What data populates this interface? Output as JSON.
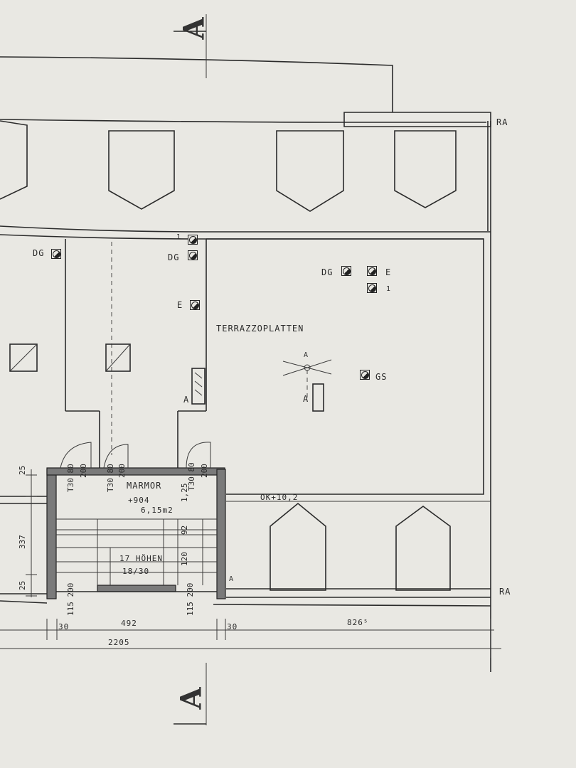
{
  "section_marker": "A",
  "labels": {
    "ra_top": "RA",
    "ra_bottom": "RA",
    "dg_left": "DG",
    "dg_mid": "DG",
    "one_mid": "1",
    "e_mid": "E",
    "a_mid": "A",
    "room_main": "TERRAZZOPLATTEN",
    "dg_right": "DG",
    "e_right": "E",
    "one_right": "1",
    "a_right_top": "A",
    "a_right_bottom": "A",
    "gs": "GS",
    "marmor": "MARMOR",
    "elevation": "+904",
    "area": "6,15m2",
    "steps": "17 HÖHEN",
    "step_ratio": "18/30",
    "ok": "OK+10,2",
    "a_stair": "A"
  },
  "dimensions": {
    "d25_top": "25",
    "d337": "337",
    "d25_bottom": "25",
    "t30_80_1": "T30 80",
    "d200_1": "200",
    "t30_80_2": "T30 80",
    "d200_2": "200",
    "t30_80_3": "T30 80",
    "d200_3": "200",
    "d125": "1,25",
    "d92": "92",
    "d120": "120",
    "d115_200_left": "115 200",
    "d115_200_right": "115 200",
    "d30_left": "30",
    "d492": "492",
    "d30_right": "30",
    "d826": "826⁵",
    "d2205": "2205"
  }
}
